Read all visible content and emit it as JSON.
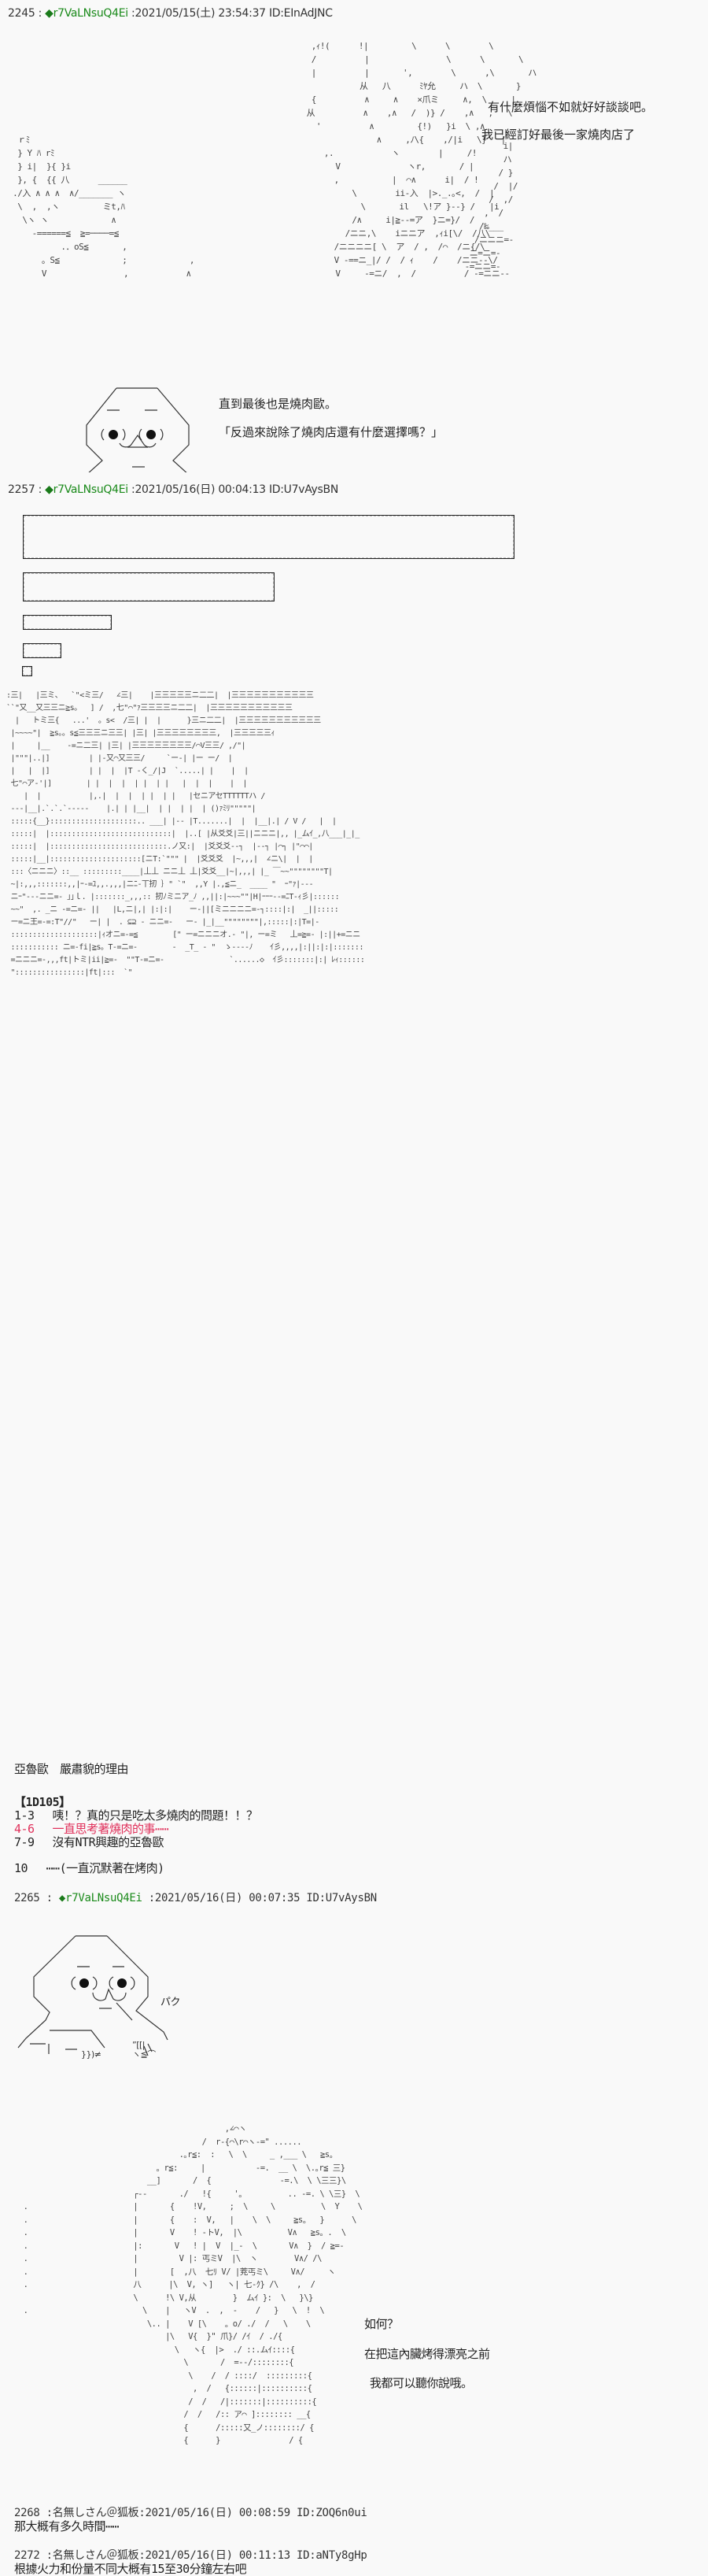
{
  "posts": [
    {
      "number": "2245",
      "name_prefix": "◆",
      "trip": "r7VaLNsuQ4Ei",
      "meta": ":2021/05/15(土) 23:54:37 ID:EInAdJNC",
      "dialogue": [
        "有什麼煩惱不如就好好談談吧。",
        "我已經訂好最後一家燒肉店了"
      ],
      "narration": [
        "直到最後也是燒肉歐。",
        "「反過來說除了燒肉店還有什麼選擇嗎？」"
      ]
    },
    {
      "number": "2257",
      "name_prefix": "◆",
      "trip": "r7VaLNsuQ4Ei",
      "meta": ":2021/05/16(日) 00:04:13 ID:U7vAysBN",
      "caption": "亞魯歐　嚴肅貌的理由",
      "dice_label": "【1D105】",
      "options": [
        {
          "range": "1-3",
          "text": "咦！？真的只是吃太多燒肉的問題！！？",
          "highlight": false
        },
        {
          "range": "4-6",
          "text": "一直思考著燒肉的事⋯⋯",
          "highlight": true
        },
        {
          "range": "7-9",
          "text": "沒有NTR興趣的亞魯歐",
          "highlight": false
        },
        {
          "range": "10",
          "text": "⋯⋯(一直沉默著在烤肉)",
          "highlight": false
        }
      ]
    },
    {
      "number": "2265",
      "name_prefix": "◆",
      "trip": "r7VaLNsuQ4Ei",
      "meta": ":2021/05/16(日) 00:07:35 ID:U7vAysBN",
      "sfx": "パク",
      "dialogue": [
        "如何？",
        "在把這內臟烤得漂亮之前",
        "我都可以聽你說哦。"
      ]
    },
    {
      "number": "2268",
      "meta": ":名無しさん＠狐板:2021/05/16(日) 00:08:59 ID:ZOQ6n0ui",
      "body": "那大概有多久時間⋯⋯"
    },
    {
      "number": "2272",
      "meta": ":名無しさん＠狐板:2021/05/16(日) 00:11:13 ID:aNTy8gHp",
      "body": "根據火力和份量不同大概有15至30分鐘左右吧"
    }
  ],
  "colors": {
    "background": "#f9f9f9",
    "trip_green": "#1a8a1a",
    "highlight_red": "#e0305a"
  }
}
